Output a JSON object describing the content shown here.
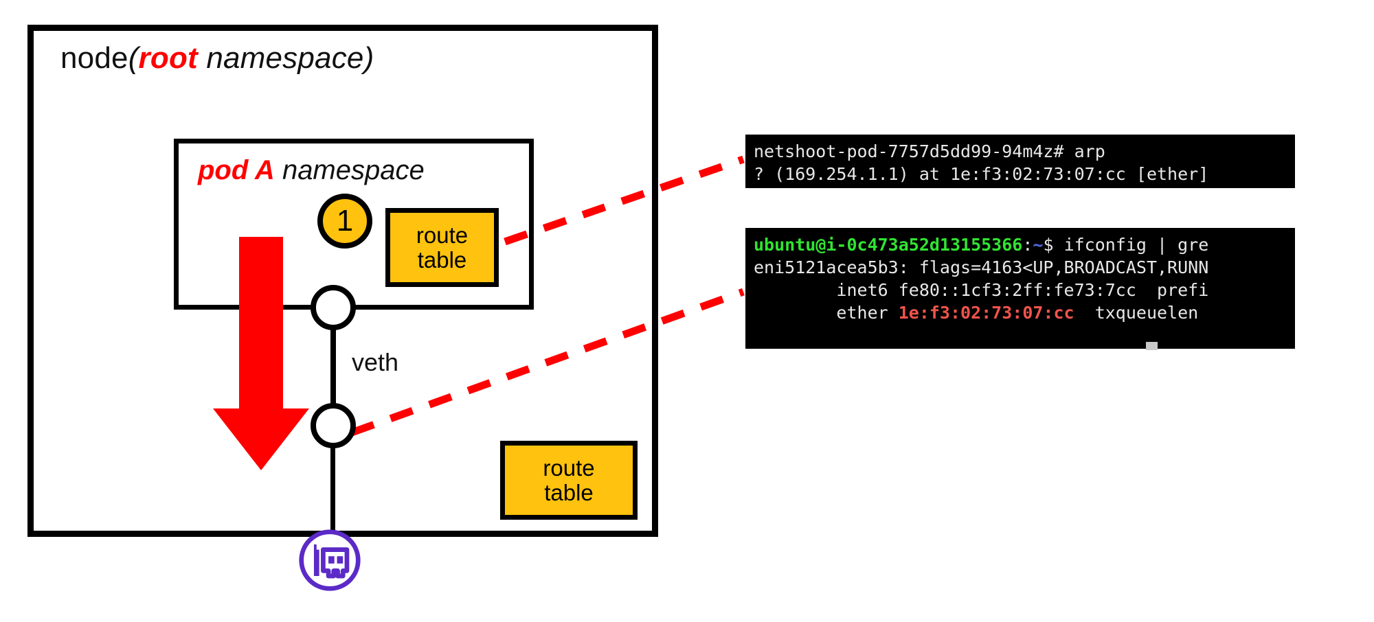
{
  "diagram": {
    "node": {
      "title_plain": "node",
      "title_paren_open": "(",
      "title_root": "root",
      "title_namespace": " namespace)",
      "border_color": "#000000"
    },
    "pod": {
      "label_name": "pod A",
      "label_namespace": " namespace",
      "name_color": "#ff0000"
    },
    "route_table_pod": {
      "line1": "route",
      "line2": "table"
    },
    "route_table_node": {
      "line1": "route",
      "line2": "table"
    },
    "step_badge": {
      "number": "1",
      "fill": "#ffc20e"
    },
    "veth_label": "veth",
    "eni_icon_name": "eni-network-interface-icon",
    "eni_icon_color": "#5b2ac7",
    "arrow_color": "#ff0000",
    "connector_color": "#ff0000",
    "accent_amber": "#ffc20e"
  },
  "terminals": [
    {
      "name": "pod-arp-terminal",
      "lines": [
        [
          {
            "t": "netshoot-pod-7757d5dd99-94m4z# arp",
            "c": "w"
          }
        ],
        [
          {
            "t": "? (169.254.1.1) at 1e:f3:02:73:07:cc [ether]",
            "c": "w"
          }
        ]
      ]
    },
    {
      "name": "host-ifconfig-terminal",
      "lines": [
        [
          {
            "t": "ubuntu@i-0c473a52d13155366",
            "c": "g"
          },
          {
            "t": ":",
            "c": "w"
          },
          {
            "t": "~",
            "c": "b"
          },
          {
            "t": "$ ifconfig | gre",
            "c": "w"
          }
        ],
        [
          {
            "t": "eni5121acea5b3: flags=4163<UP,BROADCAST,RUNN",
            "c": "w"
          }
        ],
        [
          {
            "t": "        inet6 fe80::1cf3:2ff:fe73:7cc  prefi",
            "c": "w"
          }
        ],
        [
          {
            "t": "        ether ",
            "c": "w"
          },
          {
            "t": "1e:f3:02:73:07:cc",
            "c": "r"
          },
          {
            "t": "  txqueuelen",
            "c": "w"
          }
        ]
      ]
    }
  ]
}
